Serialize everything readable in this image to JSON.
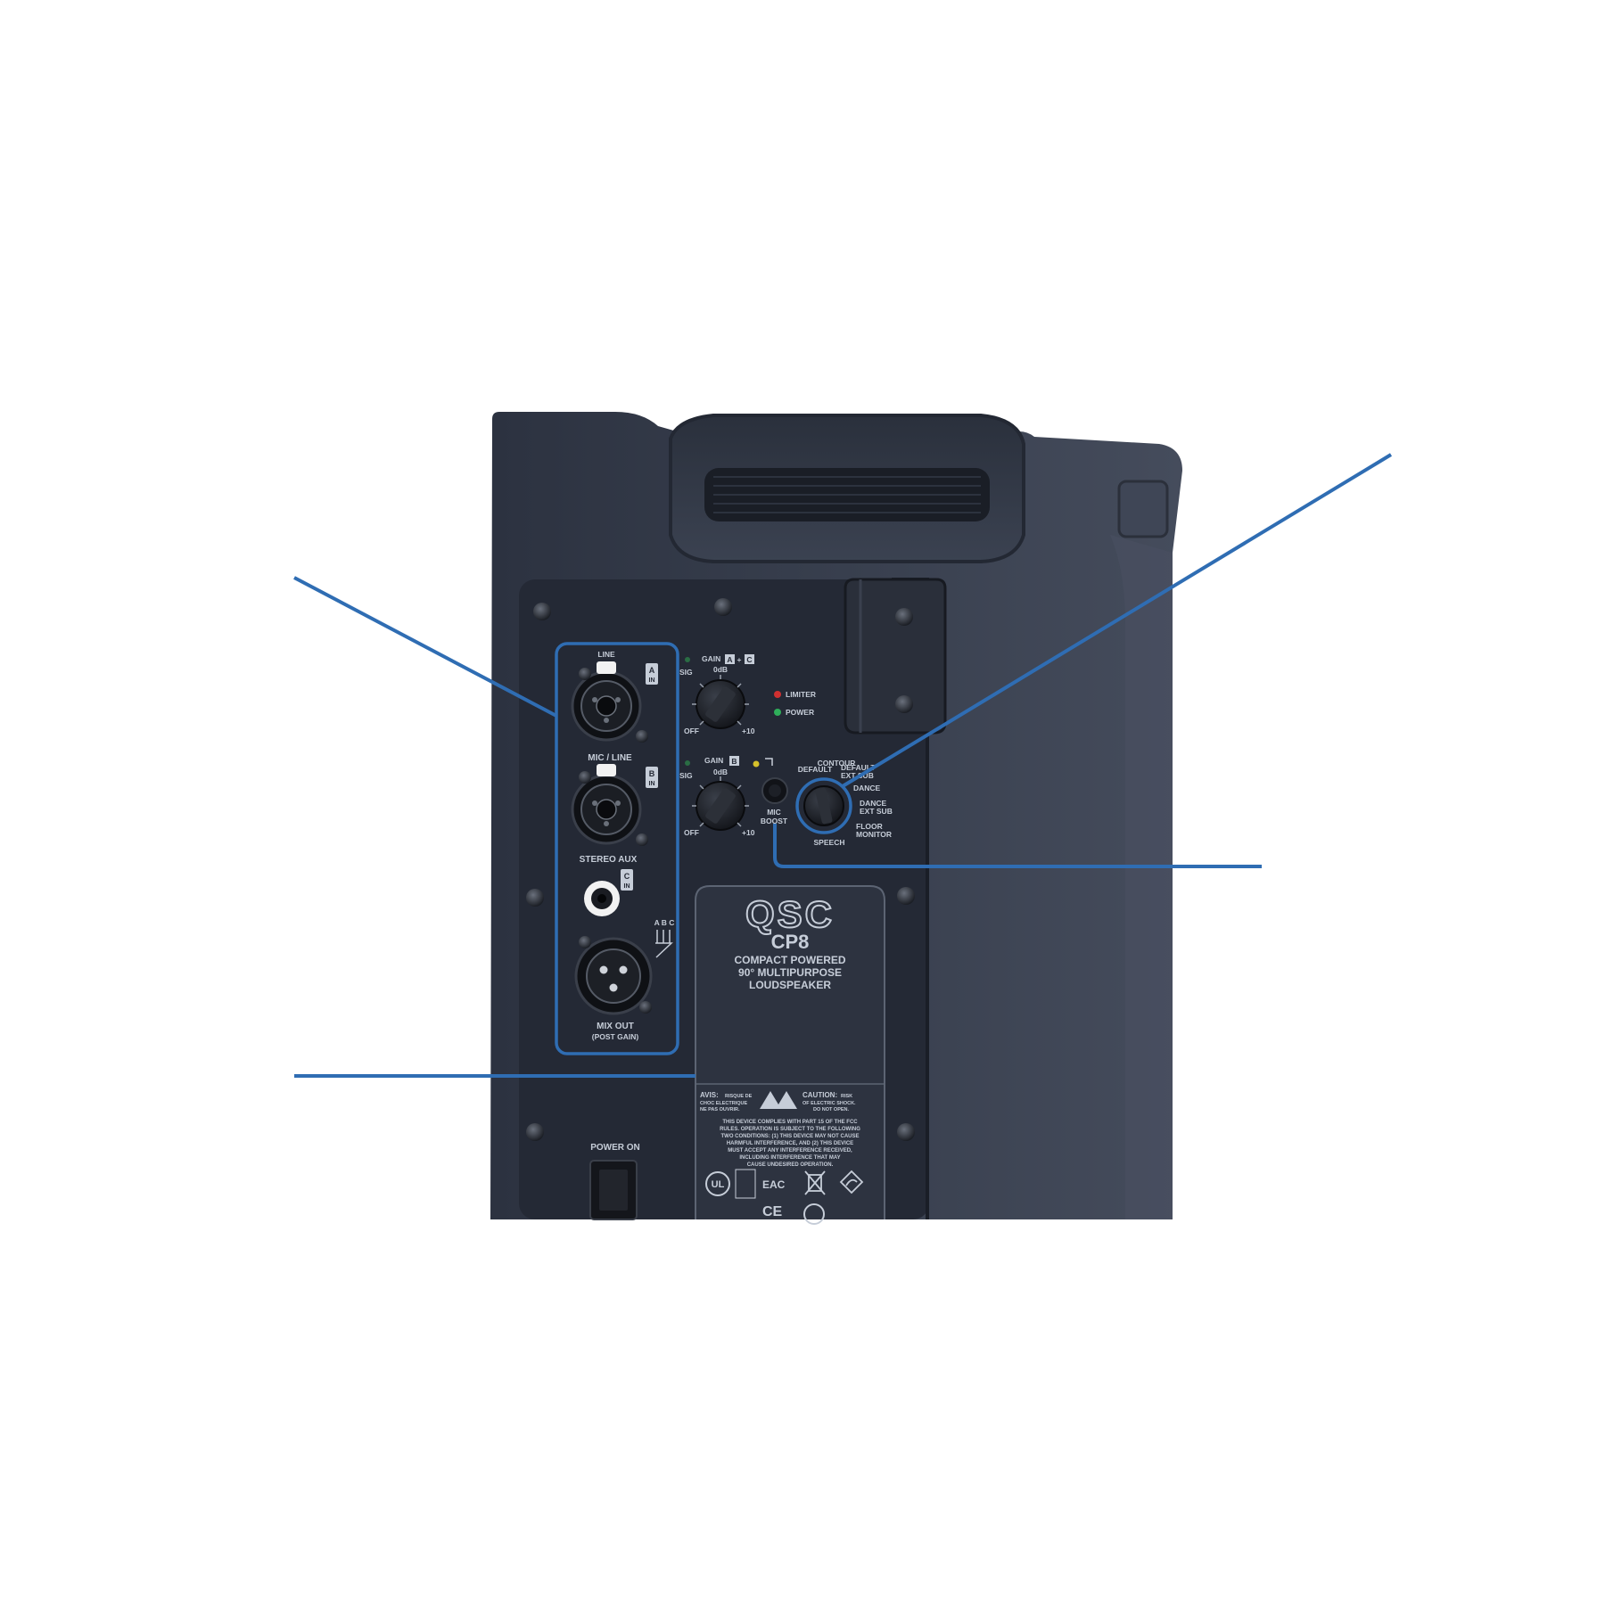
{
  "colors": {
    "callout_line": "#2f6db3",
    "cabinet": "#353c4b",
    "panel": "#252a36",
    "label_plate": "#2d3340",
    "label_text": "#c6cdd8",
    "led_red": "#d03030",
    "led_green": "#2fae5a",
    "led_yellow": "#d6c12b"
  },
  "panel": {
    "input_a": {
      "top_label": "LINE",
      "channel_letter": "A",
      "channel_sub": "IN",
      "bottom_label": "MIC / LINE",
      "sig_label": "SIG"
    },
    "input_b": {
      "channel_letter": "B",
      "channel_sub": "IN",
      "bottom_label": "STEREO AUX",
      "sig_label": "SIG"
    },
    "input_c": {
      "channel_letter": "C",
      "channel_sub": "IN"
    },
    "mix_out": {
      "title": "MIX OUT",
      "subtitle": "(POST GAIN)",
      "sum_letters": "A B C"
    },
    "gain_ac": {
      "title": "GAIN",
      "tag_a": "A",
      "plus": "+",
      "tag_c": "C",
      "zero": "0dB",
      "min": "OFF",
      "max": "+10"
    },
    "gain_b": {
      "title": "GAIN",
      "tag_b": "B",
      "zero": "0dB",
      "min": "OFF",
      "max": "+10"
    },
    "indicators": {
      "limiter": "LIMITER",
      "power": "POWER"
    },
    "mic_boost": {
      "line1": "MIC",
      "line2": "BOOST"
    },
    "contour": {
      "title": "CONTOUR",
      "default": "DEFAULT",
      "default_ext_sub_1": "DEFAULT",
      "default_ext_sub_2": "EXT SUB",
      "dance": "DANCE",
      "dance_ext_sub_1": "DANCE",
      "dance_ext_sub_2": "EXT SUB",
      "floor_monitor_1": "FLOOR",
      "floor_monitor_2": "MONITOR",
      "speech": "SPEECH"
    },
    "power_switch_label": "POWER ON"
  },
  "brand_plate": {
    "logo": "QSC",
    "model": "CP8",
    "line1": "COMPACT POWERED",
    "line2": "90° MULTIPURPOSE",
    "line3": "LOUDSPEAKER",
    "avis_1": "AVIS:",
    "avis_2": "RISQUE DE",
    "avis_3": "CHOC ELECTRIQUE",
    "avis_4": "NE PAS OUVRIR.",
    "caution_1": "CAUTION:",
    "caution_2": "RISK",
    "caution_3": "OF ELECTRIC SHOCK.",
    "caution_4": "DO NOT OPEN.",
    "fcc_1": "THIS DEVICE COMPLIES WITH PART 15 OF THE FCC",
    "fcc_2": "RULES. OPERATION IS SUBJECT TO THE FOLLOWING",
    "fcc_3": "TWO CONDITIONS: (1) THIS DEVICE MAY NOT CAUSE",
    "fcc_4": "HARMFUL INTERFERENCE, AND (2) THIS DEVICE",
    "fcc_5": "MUST ACCEPT ANY INTERFERENCE RECEIVED,",
    "fcc_6": "INCLUDING INTERFERENCE THAT MAY",
    "fcc_7": "CAUSE UNDESIRED OPERATION.",
    "ul_mark": "UL",
    "eac_mark": "EAC",
    "ce_mark": "CE"
  }
}
